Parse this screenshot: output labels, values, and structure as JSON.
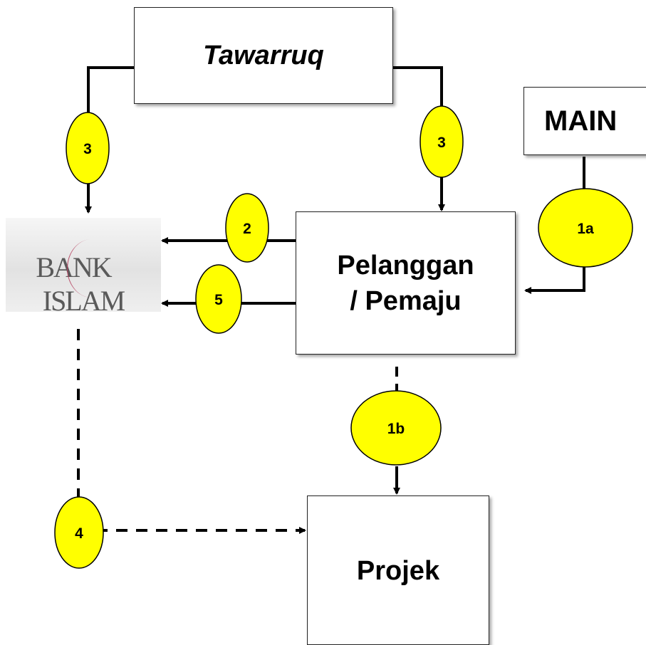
{
  "nodes": {
    "tawarruq": "Tawarruq",
    "main": "MAIN",
    "pelanggan_line1": "Pelanggan",
    "pelanggan_line2": "/ Pemaju",
    "projek": "Projek"
  },
  "logo": {
    "text": "BANK ISLAM",
    "text_left": "BANK",
    "text_right": "ISLAM"
  },
  "steps": {
    "s3_left": "3",
    "s3_right": "3",
    "s2": "2",
    "s5": "5",
    "s1a": "1a",
    "s1b": "1b",
    "s4": "4"
  },
  "colors": {
    "step_fill": "#ffff00",
    "line": "#000000",
    "logo_crescent": "#b23a5a",
    "logo_text": "#5a5a5a"
  }
}
